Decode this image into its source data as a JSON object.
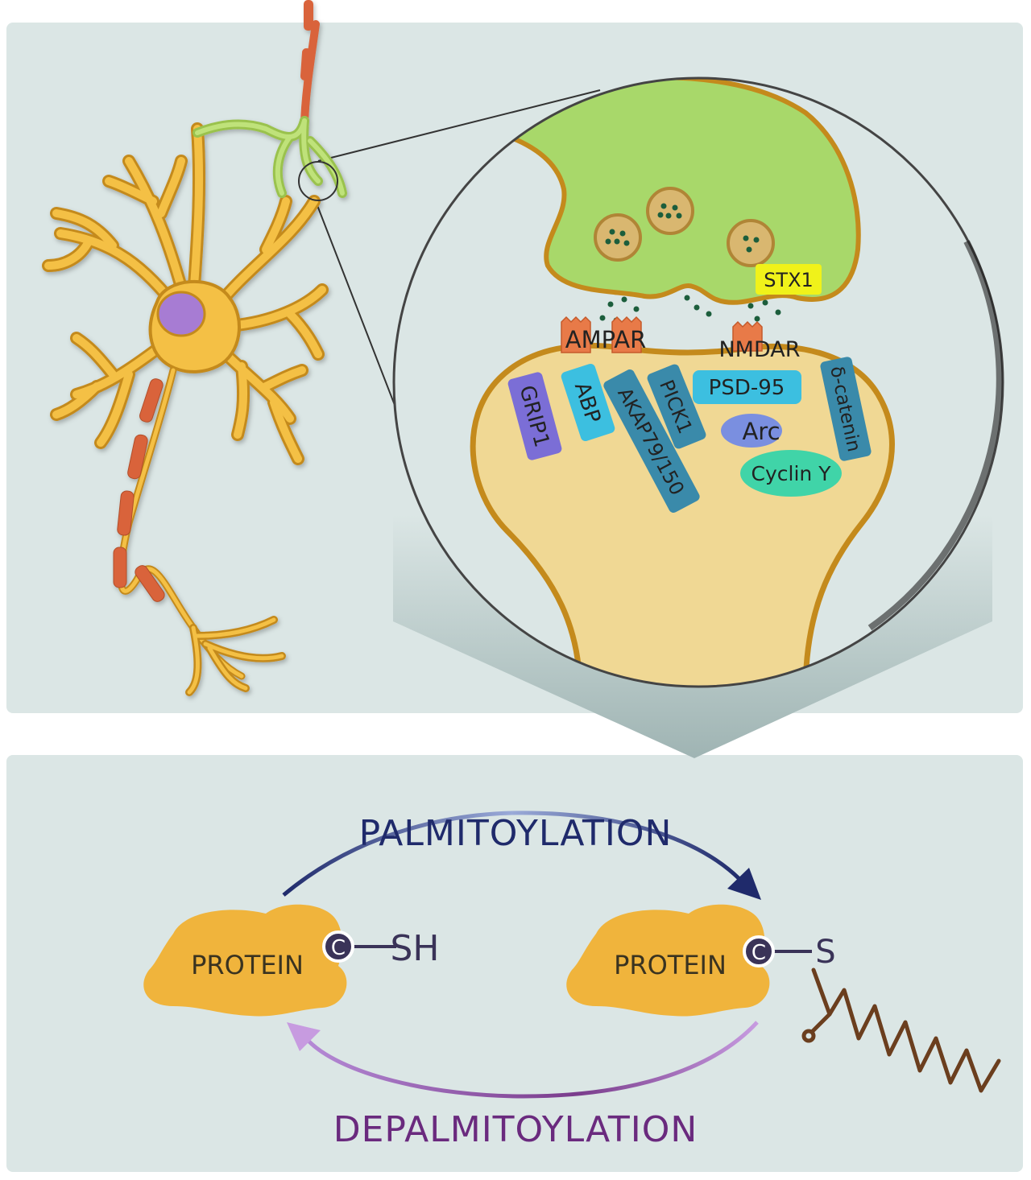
{
  "synapse_labels": {
    "stx1": "STX1",
    "ampar": "AMPAR",
    "nmdar": "NMDAR",
    "psd95": "PSD-95",
    "grip1": "GRIP1",
    "abp": "ABP",
    "akap": "AKAP79/150",
    "pick1": "PICK1",
    "arc": "Arc",
    "cyclin_y": "Cyclin Y",
    "delta_catenin": "δ-catenin"
  },
  "reaction": {
    "forward": "PALMITOYLATION",
    "reverse": "DEPALMITOYLATION",
    "protein_left": "PROTEIN",
    "protein_right": "PROTEIN",
    "cysteine_left": "C",
    "cysteine_right": "C",
    "thiol": "SH",
    "thioester": "S"
  },
  "colors": {
    "panel_bg": "#dbe6e5",
    "neuron_fill": "#f4c044",
    "neuron_outline": "#c48a1c",
    "nucleus": "#a77bd3",
    "myelin": "#d9643a",
    "presynaptic": "#a8d86a",
    "postsynaptic": "#f0d894",
    "forward_arrow": "#2c3a7a",
    "reverse_arrow": "#6a2a7e",
    "palmitate_chain": "#6b3e1e"
  }
}
